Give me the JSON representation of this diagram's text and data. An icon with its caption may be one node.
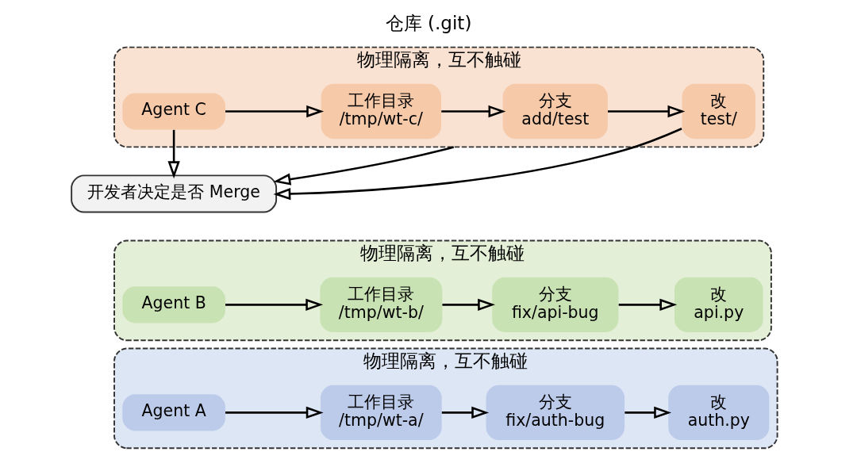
{
  "diagram": {
    "title": "仓库 (.git)",
    "nodes": [
      {
        "text": [
          "物理隔离，互不触碰"
        ]
      },
      {
        "text": [
          "Agent A"
        ],
        "in": 0
      },
      {
        "text": [
          "工作目录",
          "/tmp/wt-a/"
        ],
        "in": 0
      },
      {
        "text": [
          "分支",
          "fix/auth-bug"
        ],
        "in": 0
      },
      {
        "text": [
          "改",
          "auth.py"
        ],
        "in": 0
      },
      {
        "text": [
          "物理隔离，互不触碰"
        ]
      },
      {
        "text": [
          "Agent B"
        ],
        "in": 5
      },
      {
        "text": [
          "工作目录",
          "/tmp/wt-b/"
        ],
        "in": 5
      },
      {
        "text": [
          "分支",
          "fix/api-bug"
        ],
        "in": 5
      },
      {
        "text": [
          "改",
          "api.py"
        ],
        "in": 5
      },
      {
        "text": [
          "物理隔离，互不触碰"
        ]
      },
      {
        "text": [
          "Agent C"
        ],
        "in": 10
      },
      {
        "text": [
          "工作目录",
          "/tmp/wt-c/"
        ],
        "in": 10
      },
      {
        "text": [
          "分支",
          "add/test"
        ],
        "in": 10
      },
      {
        "text": [
          "改",
          "test/"
        ],
        "in": 10
      },
      {
        "text": [
          "开发者决定是否 Merge"
        ]
      }
    ],
    "edges": [
      {
        "from": 1,
        "to": 2,
        "arrow": "to"
      },
      {
        "from": 2,
        "to": 3,
        "arrow": "to"
      },
      {
        "from": 3,
        "to": 4,
        "arrow": "to"
      },
      {
        "from": 6,
        "to": 7,
        "arrow": "to"
      },
      {
        "from": 7,
        "to": 8,
        "arrow": "to"
      },
      {
        "from": 8,
        "to": 9,
        "arrow": "to"
      },
      {
        "from": 11,
        "to": 12,
        "arrow": "to"
      },
      {
        "from": 12,
        "to": 13,
        "arrow": "to"
      },
      {
        "from": 13,
        "to": 14,
        "arrow": "to"
      },
      {
        "from": 11,
        "to": 15,
        "arrow": "to"
      },
      {
        "from": 10,
        "to": 15,
        "arrow": "to"
      },
      {
        "from": 14,
        "to": 15,
        "arrow": "to"
      }
    ]
  }
}
